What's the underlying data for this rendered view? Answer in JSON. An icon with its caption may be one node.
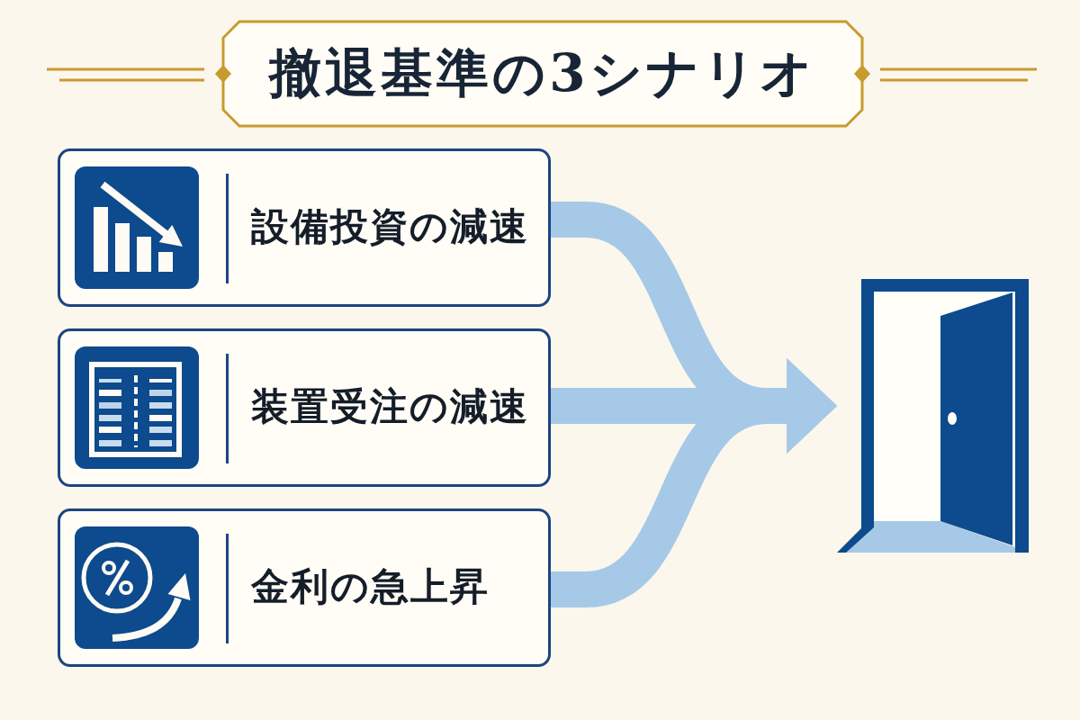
{
  "diagram": {
    "title": "撤退基準の3シナリオ",
    "nodes": [
      {
        "text": [
          "設備投資の減速"
        ]
      },
      {
        "text": [
          "装置受注の減速"
        ]
      },
      {
        "text": [
          "金利の急上昇"
        ]
      },
      {
        "text": [],
        "shape": "door"
      }
    ],
    "edges": [
      {
        "from": 0,
        "to": 3,
        "arrow": "to"
      },
      {
        "from": 1,
        "to": 3,
        "arrow": "to"
      },
      {
        "from": 2,
        "to": 3,
        "arrow": "to"
      }
    ]
  }
}
